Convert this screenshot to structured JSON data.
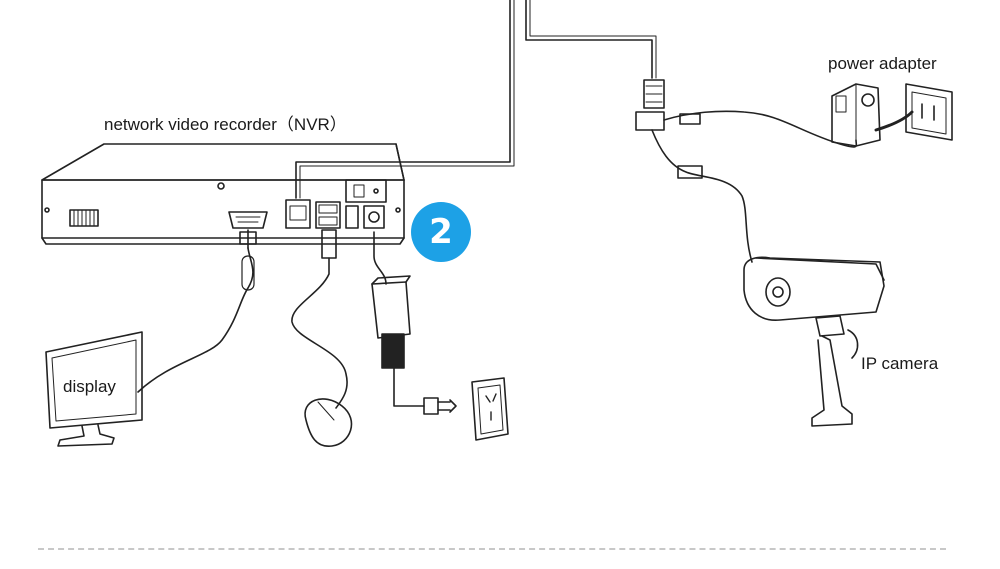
{
  "labels": {
    "nvr": "network video recorder（NVR）",
    "power_adapter": "power adapter",
    "display": "display",
    "ip_camera": "IP camera"
  },
  "step": {
    "number": "2",
    "color": "#1da1e6"
  },
  "colors": {
    "line": "#222222",
    "divider": "#c8c8c8"
  }
}
